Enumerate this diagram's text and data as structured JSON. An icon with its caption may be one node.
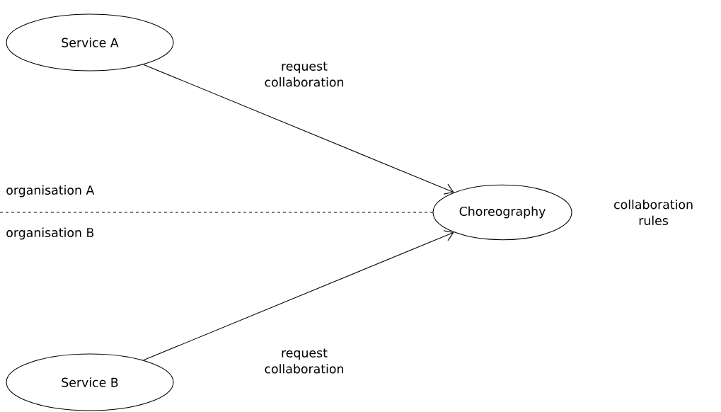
{
  "diagram": {
    "nodes": [
      {
        "text": [
          "Service A"
        ]
      },
      {
        "text": [
          "Choreography"
        ],
        "beside": [
          "collaboration rules"
        ]
      },
      {
        "text": [
          "Service B"
        ]
      }
    ],
    "edges": [
      {
        "from": 0,
        "to": 1,
        "arrow": "to",
        "label": "request collaboration"
      },
      {
        "from": 2,
        "to": 1,
        "arrow": "to",
        "label": "request collaboration"
      }
    ],
    "labels": [
      "organisation A",
      "organisation B"
    ]
  }
}
